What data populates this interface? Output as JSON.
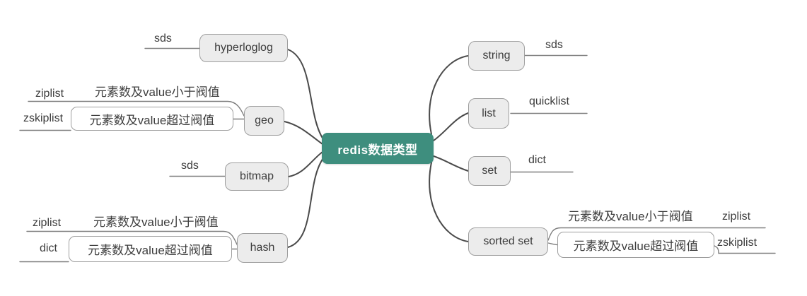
{
  "title": "redis数据类型",
  "colors": {
    "root_fill": "#3E8E7E",
    "root_text": "#FFFFFF",
    "node_fill": "#ECECEC",
    "node_border": "#9E9E9E",
    "text": "#3D3D3D",
    "line": "#4A4A4A",
    "leaf_line": "#7E7E7E"
  },
  "root": {
    "label": "redis数据类型"
  },
  "branches": {
    "hyperloglog": {
      "label": "hyperloglog",
      "leaf": "sds"
    },
    "geo": {
      "label": "geo",
      "children": [
        {
          "label": "元素数及value小于阀值",
          "leaf": "ziplist"
        },
        {
          "label": "元素数及value超过阀值",
          "leaf": "zskiplist"
        }
      ]
    },
    "bitmap": {
      "label": "bitmap",
      "leaf": "sds"
    },
    "hash": {
      "label": "hash",
      "children": [
        {
          "label": "元素数及value小于阀值",
          "leaf": "ziplist"
        },
        {
          "label": "元素数及value超过阀值",
          "leaf": "dict"
        }
      ]
    },
    "string": {
      "label": "string",
      "leaf": "sds"
    },
    "list": {
      "label": "list",
      "leaf": "quicklist"
    },
    "set": {
      "label": "set",
      "leaf": "dict"
    },
    "sorted_set": {
      "label": "sorted set",
      "children": [
        {
          "label": "元素数及value小于阀值",
          "leaf": "ziplist"
        },
        {
          "label": "元素数及value超过阀值",
          "leaf": "zskiplist"
        }
      ]
    }
  }
}
